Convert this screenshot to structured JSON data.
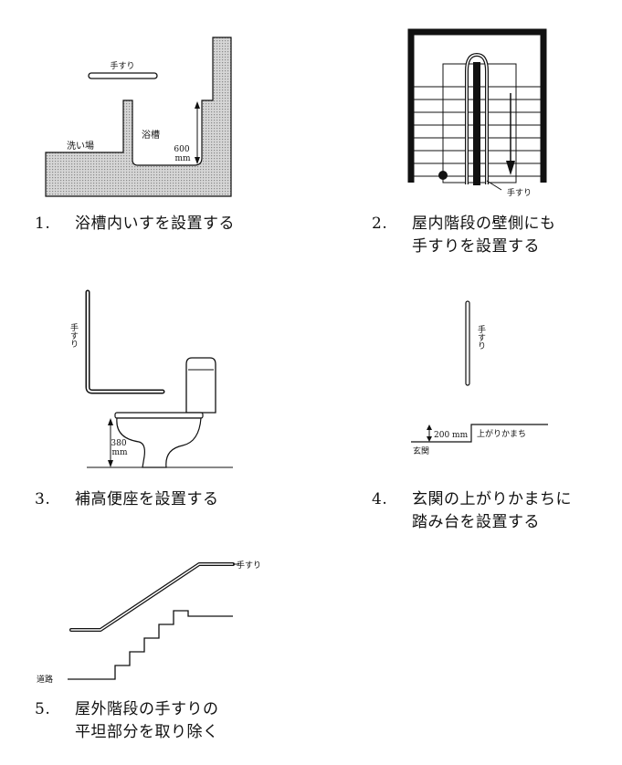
{
  "figures": [
    {
      "number": "1.",
      "caption": [
        "浴槽内いすを設置する"
      ],
      "labels": {
        "handrail": "手すり",
        "washing_area": "洗い場",
        "bathtub": "浴槽",
        "depth_value": "600",
        "depth_unit": "mm"
      }
    },
    {
      "number": "2.",
      "caption": [
        "屋内階段の壁側にも",
        "手すりを設置する"
      ],
      "labels": {
        "handrail": "手すり"
      }
    },
    {
      "number": "3.",
      "caption": [
        "補高便座を設置する"
      ],
      "labels": {
        "handrail_vertical": "手すり",
        "height_value": "380",
        "height_unit": "mm"
      }
    },
    {
      "number": "4.",
      "caption": [
        "玄関の上がりかまちに",
        "踏み台を設置する"
      ],
      "labels": {
        "handrail_vertical": "手すり",
        "step_height": "200 mm",
        "step": "上がりかまち",
        "entrance": "玄関"
      }
    },
    {
      "number": "5.",
      "caption": [
        "屋外階段の手すりの",
        "平坦部分を取り除く"
      ],
      "labels": {
        "handrail": "手すり",
        "road": "道路"
      }
    }
  ],
  "colors": {
    "ink": "#111111",
    "wall_fill": "#c9c9c9",
    "background": "#ffffff"
  }
}
